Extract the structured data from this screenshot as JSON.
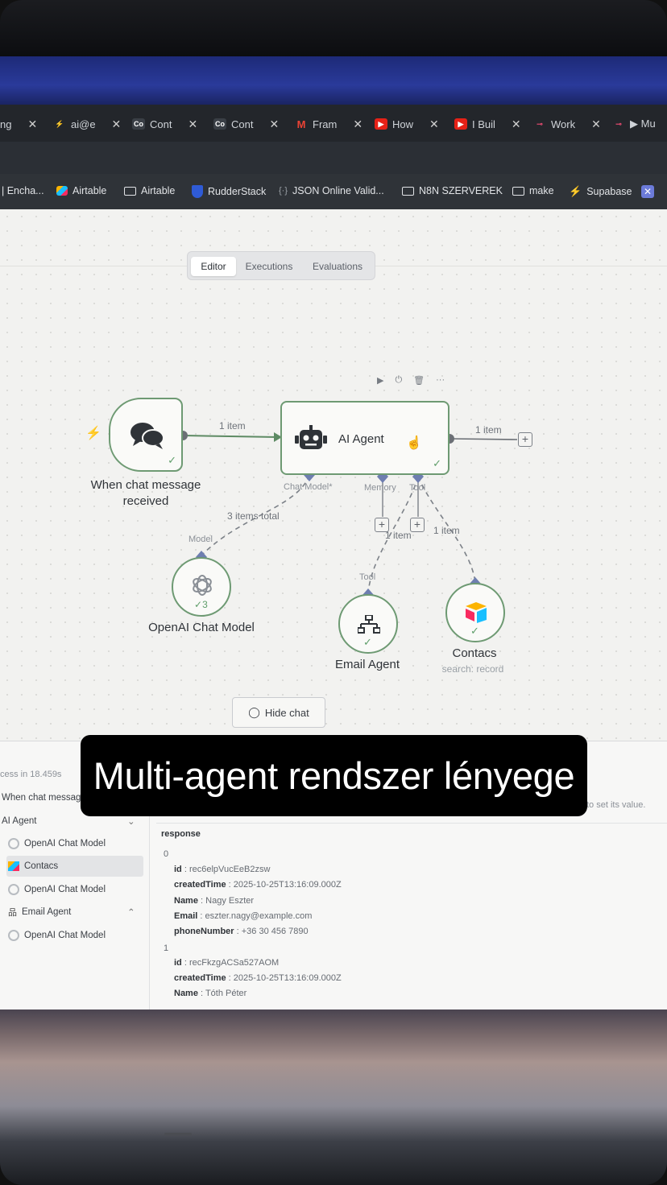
{
  "browser": {
    "tabs": [
      {
        "icon": "",
        "label": "ng"
      },
      {
        "icon": "⚡",
        "label": "ai@e"
      },
      {
        "icon": "Co",
        "label": "Cont"
      },
      {
        "icon": "Co",
        "label": "Cont"
      },
      {
        "icon": "M",
        "label": "Fram"
      },
      {
        "icon": "▶",
        "label": "How"
      },
      {
        "icon": "▶",
        "label": "I Buil"
      },
      {
        "icon": "",
        "label": "Work"
      },
      {
        "icon": "",
        "label": "▶ Mu"
      }
    ],
    "bookmarks": [
      {
        "label": "| Encha..."
      },
      {
        "label": "Airtable"
      },
      {
        "label": "Airtable"
      },
      {
        "label": "RudderStack"
      },
      {
        "label": "JSON Online Valid..."
      },
      {
        "label": "N8N SZERVEREK"
      },
      {
        "label": "make"
      },
      {
        "label": "Supabase"
      }
    ]
  },
  "editor": {
    "view_tabs": [
      "Editor",
      "Executions",
      "Evaluations"
    ],
    "active_tab": "Editor",
    "nodes": {
      "trigger": {
        "label": "When chat message received"
      },
      "agent": {
        "label": "AI Agent"
      },
      "openai": {
        "label": "OpenAI Chat Model",
        "badge": "3"
      },
      "email": {
        "label": "Email Agent"
      },
      "contacts": {
        "label": "Contacs",
        "sub": "search: record"
      }
    },
    "connection_labels": {
      "trigger_to_agent": "1 item",
      "agent_out": "1 item",
      "model_link": "3 items total",
      "email_link": "1 item",
      "contacts_link": "1 item"
    },
    "handles": {
      "chat_model": "Chat Model*",
      "memory": "Memory",
      "tool": "Tool",
      "model": "Model",
      "tool_in": "Tool"
    },
    "hide_chat": "Hide chat"
  },
  "logs": {
    "header_fragment": "cess in 18.459s",
    "items": [
      {
        "label": "When chat messag"
      },
      {
        "label": "AI Agent"
      },
      {
        "label": "OpenAI Chat Model"
      },
      {
        "label": "Contacs"
      },
      {
        "label": "OpenAI Chat Model"
      },
      {
        "label": "Email Agent"
      },
      {
        "label": "OpenAI Chat Model"
      }
    ],
    "right_hint": "to set its value.",
    "response_title": "response",
    "records": [
      {
        "index": "0",
        "id": "rec6elpVucEeB2zsw",
        "createdTime": "2025-10-25T13:16:09.000Z",
        "Name": "Nagy Eszter",
        "Email": "eszter.nagy@example.com",
        "phoneNumber": "+36 30 456 7890"
      },
      {
        "index": "1",
        "id": "recFkzgACSa527AOM",
        "createdTime": "2025-10-25T13:16:09.000Z",
        "Name": "Tóth Péter"
      }
    ],
    "keys": {
      "id": "id",
      "createdTime": "createdTime",
      "Name": "Name",
      "Email": "Email",
      "phoneNumber": "phoneNumber"
    }
  },
  "caption": "Multi-agent rendszer lényege",
  "colors": {
    "node_border": "#6e9a73",
    "trigger_bolt": "#e5534b",
    "accent_caption_bg": "#000000"
  }
}
